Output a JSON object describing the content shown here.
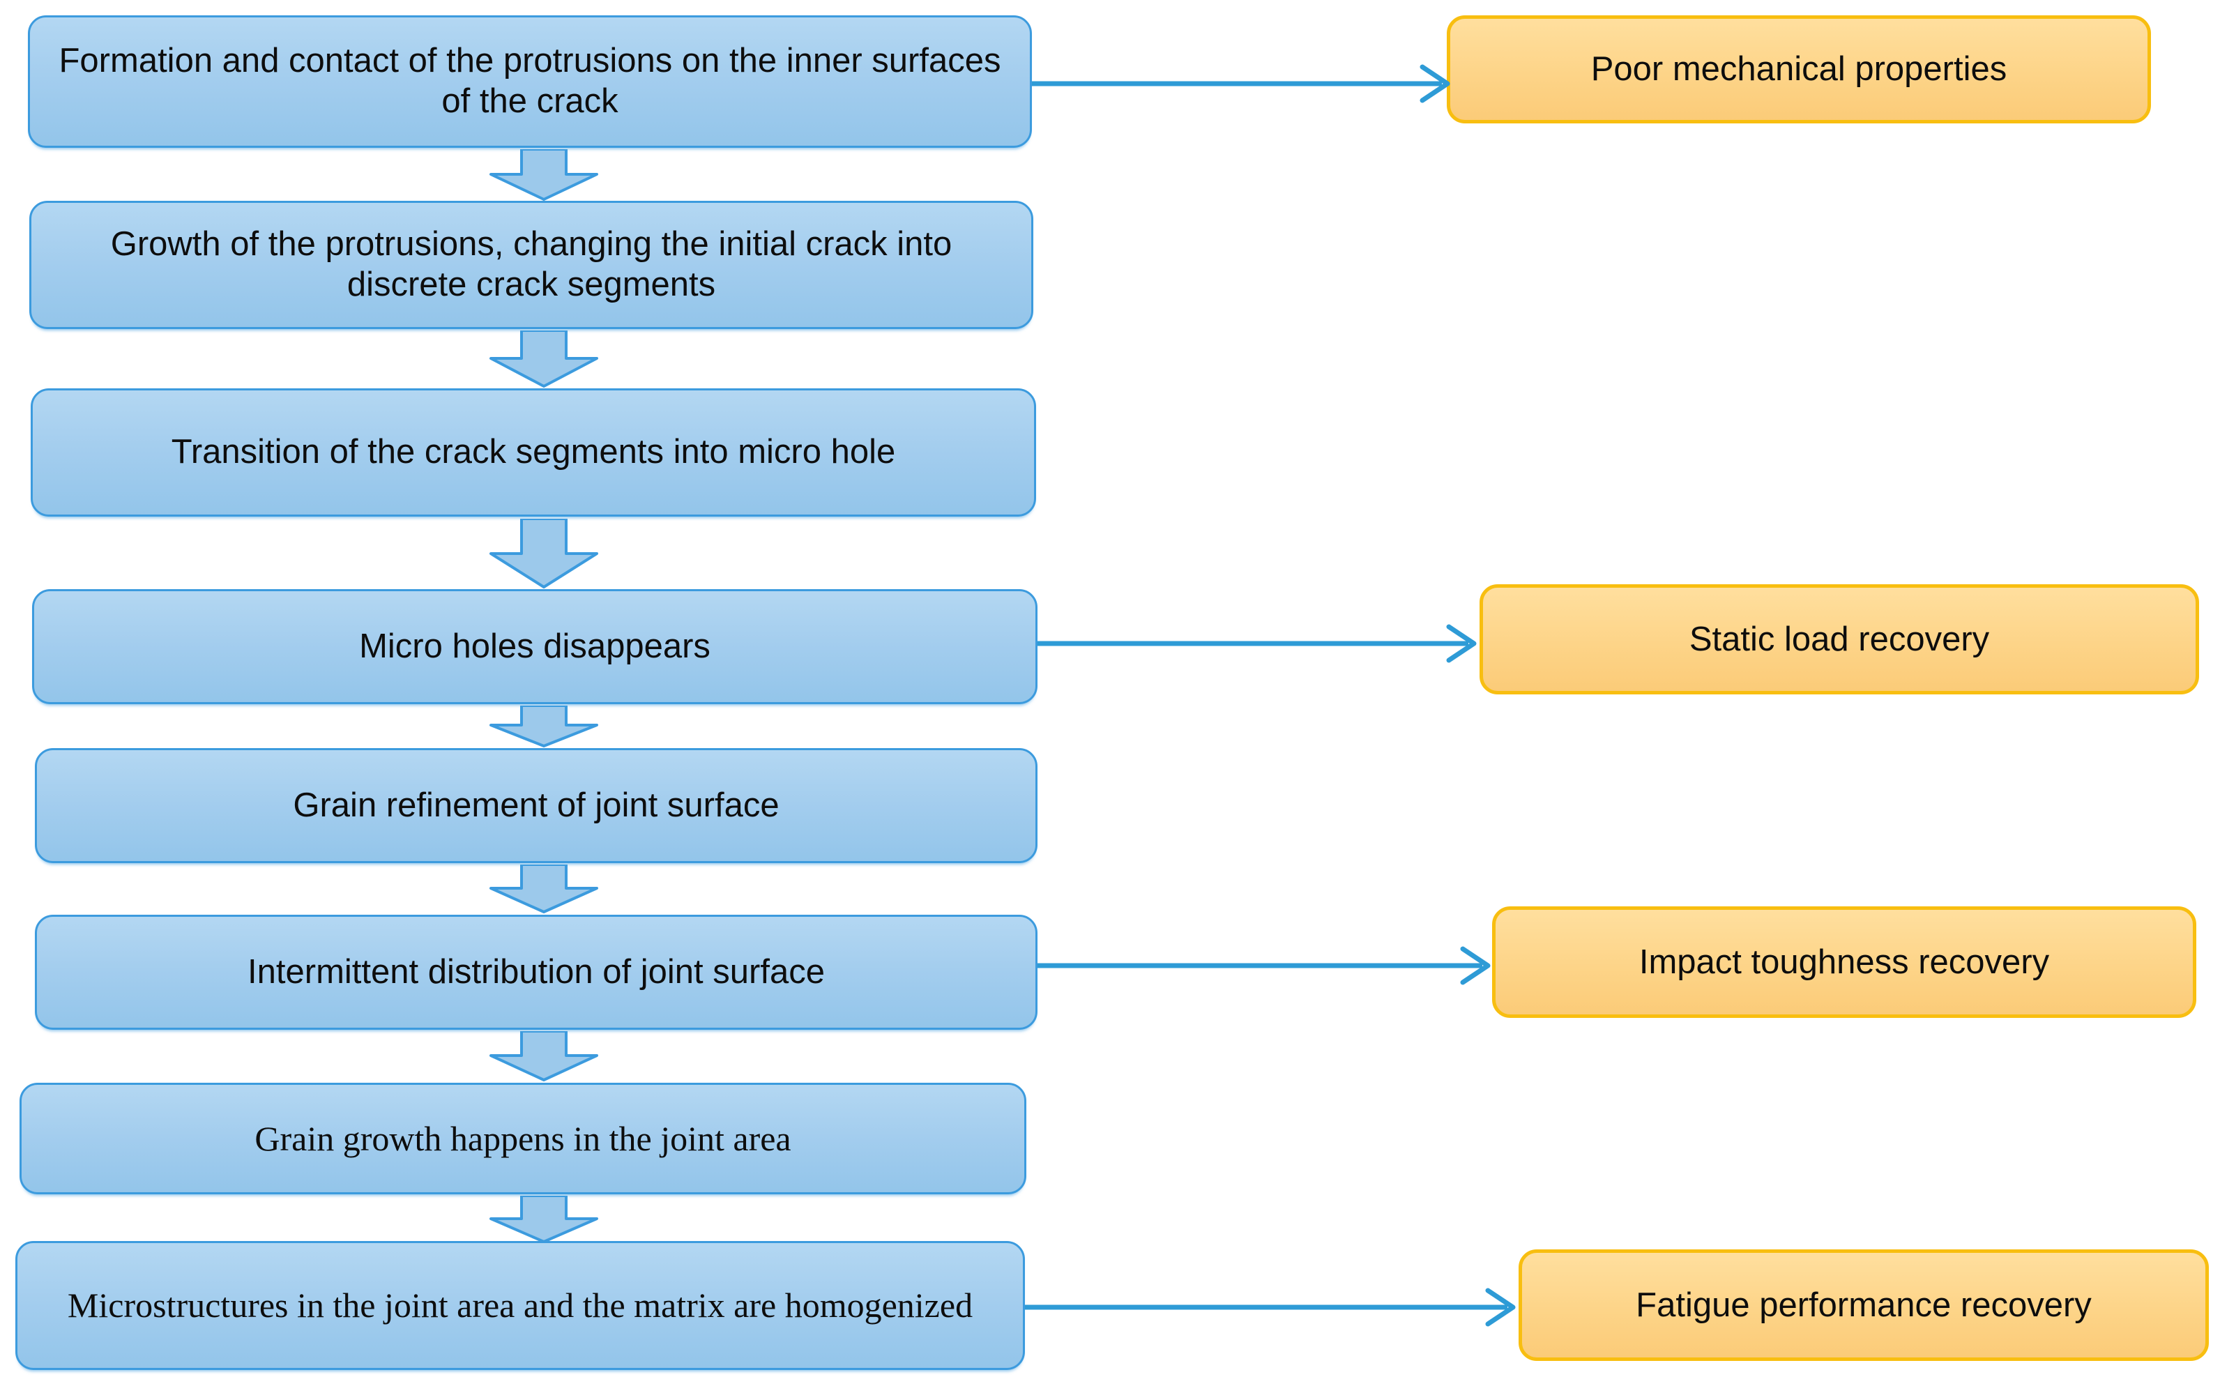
{
  "diagram": {
    "title": "Crack healing process flowchart",
    "colors": {
      "process_fill": "#a3cdee",
      "process_border": "#3C9BDE",
      "result_fill": "#fdd488",
      "result_border": "#F8BE10",
      "connector": "#2E9BD6",
      "text": "#0d0d0d",
      "background": "#ffffff"
    },
    "process_steps": [
      {
        "id": "step-1",
        "label": "Formation and contact of the protrusions on the inner surfaces of the crack"
      },
      {
        "id": "step-2",
        "label": "Growth of the protrusions, changing the initial crack into discrete crack segments"
      },
      {
        "id": "step-3",
        "label": "Transition of the crack segments into micro hole"
      },
      {
        "id": "step-4",
        "label": "Micro holes disappears"
      },
      {
        "id": "step-5",
        "label": "Grain refinement of joint surface"
      },
      {
        "id": "step-6",
        "label": "Intermittent distribution of joint surface"
      },
      {
        "id": "step-7",
        "label": "Grain growth happens in the joint area"
      },
      {
        "id": "step-8",
        "label": "Microstructures in the joint area and the matrix are homogenized"
      }
    ],
    "results": [
      {
        "id": "result-1",
        "label": "Poor mechanical properties",
        "from_step": "step-1"
      },
      {
        "id": "result-2",
        "label": "Static load recovery",
        "from_step": "step-4"
      },
      {
        "id": "result-3",
        "label": "Impact toughness recovery",
        "from_step": "step-6"
      },
      {
        "id": "result-4",
        "label": "Fatigue performance recovery",
        "from_step": "step-8"
      }
    ],
    "flow_arrows": [
      {
        "id": "arrow-1-2",
        "type": "down-block-arrow"
      },
      {
        "id": "arrow-2-3",
        "type": "down-block-arrow"
      },
      {
        "id": "arrow-3-4",
        "type": "down-block-arrow"
      },
      {
        "id": "arrow-4-5",
        "type": "down-block-arrow"
      },
      {
        "id": "arrow-5-6",
        "type": "down-block-arrow"
      },
      {
        "id": "arrow-6-7",
        "type": "down-block-arrow"
      },
      {
        "id": "arrow-7-8",
        "type": "down-block-arrow"
      }
    ],
    "link_arrows": [
      {
        "id": "link-1",
        "type": "right-line-arrow"
      },
      {
        "id": "link-2",
        "type": "right-line-arrow"
      },
      {
        "id": "link-3",
        "type": "right-line-arrow"
      },
      {
        "id": "link-4",
        "type": "right-line-arrow"
      }
    ]
  }
}
